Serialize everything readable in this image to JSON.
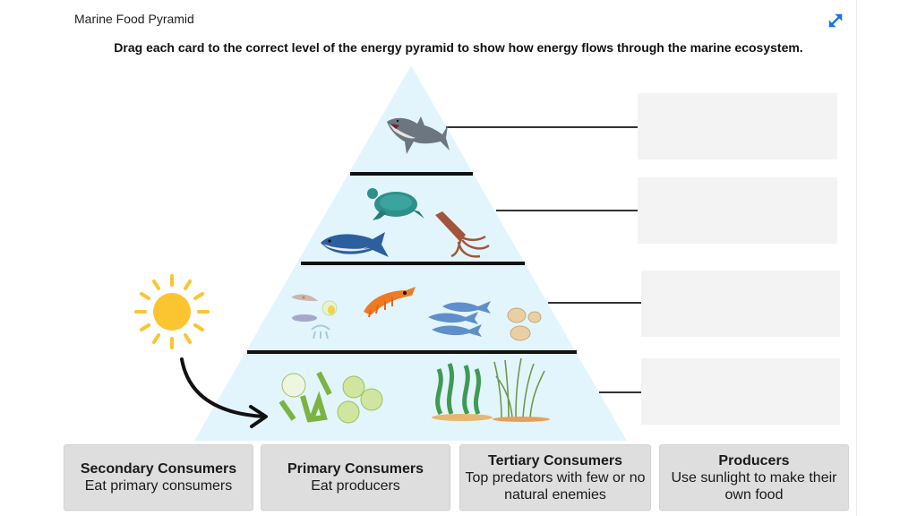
{
  "app": {
    "title": "Marine Food Pyramid",
    "expand_icon": "expand-arrows-icon",
    "accent_color": "#1a73e8"
  },
  "instruction": "Drag each card to the correct level of the energy pyramid to show how energy flows through the marine ecosystem.",
  "pyramid": {
    "fill_color": "#e3f5fc",
    "levels": [
      {
        "level": 1,
        "position": "top",
        "organisms": [
          "shark"
        ]
      },
      {
        "level": 2,
        "position": "upper-middle",
        "organisms": [
          "sea turtle",
          "tuna",
          "squid"
        ]
      },
      {
        "level": 3,
        "position": "lower-middle",
        "organisms": [
          "krill",
          "zooplankton",
          "shrimp",
          "sardines",
          "clams"
        ]
      },
      {
        "level": 4,
        "position": "bottom",
        "organisms": [
          "phytoplankton",
          "algae",
          "kelp",
          "seagrass"
        ]
      }
    ],
    "energy_source": "sun-icon",
    "energy_arrow": "curved-arrow-icon"
  },
  "dropzones": [
    {
      "id": "level-1",
      "content": ""
    },
    {
      "id": "level-2",
      "content": ""
    },
    {
      "id": "level-3",
      "content": ""
    },
    {
      "id": "level-4",
      "content": ""
    }
  ],
  "cards": [
    {
      "title": "Secondary Consumers",
      "description": "Eat primary consumers"
    },
    {
      "title": "Primary Consumers",
      "description": "Eat producers"
    },
    {
      "title": "Tertiary Consumers",
      "description": "Top predators with few or no natural enemies"
    },
    {
      "title": "Producers",
      "description": "Use sunlight to make their own food"
    }
  ]
}
